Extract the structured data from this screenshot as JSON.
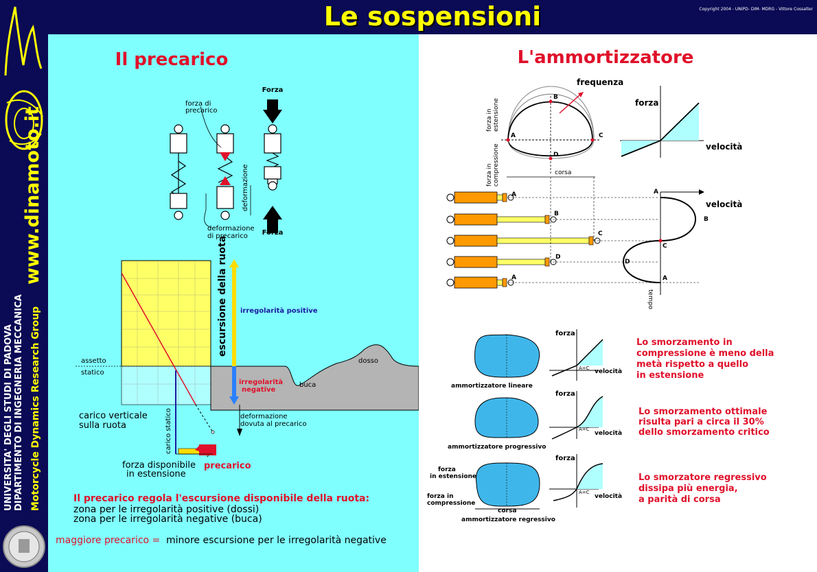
{
  "header": {
    "title": "Le sospensioni",
    "copyright": "Copyright 2004 - UNIPD- DIM- MDRG - Vittore Cossalter"
  },
  "sidebar": {
    "url": "www.dinamoto.it",
    "university_line1": "UNIVERSITA' DEGLI STUDI DI PADOVA",
    "university_line2": "DIPARTIMENTO DI INGEGNERIA MECCANICA",
    "group": "Motorcycle Dynamics Research Group"
  },
  "left": {
    "title": "Il precarico",
    "spring": {
      "forza_top": "Forza",
      "forza_bottom": "Forza",
      "forza_di": "forza di",
      "precarico": "precarico",
      "deformazione": "deformazione",
      "deformazione_di": "deformazione",
      "di_precarico": "di precarico"
    },
    "graph": {
      "escursione": "escursione della ruota",
      "irr_positive": "irregolarità positive",
      "irr_negative_1": "irregolarità",
      "irr_negative_2": "negative",
      "assetto": "assetto",
      "statico": "statico",
      "dosso": "dosso",
      "buca": "buca",
      "carico_1": "carico verticale",
      "carico_2": "sulla ruota",
      "carico_statico": "carico statico",
      "def_1": "deformazione",
      "def_2": "dovuta al precarico",
      "forza_disp_1": "forza disponibile",
      "forza_disp_2": "in estensione",
      "precarico": "precarico"
    },
    "notes": {
      "line1": "Il precarico regola l'escursione disponibile della ruota:",
      "line2": "zona per le irregolarità positive (dossi)",
      "line3": "zona per le irregolarità negative (buca)",
      "bottom_red": "maggiore precarico =",
      "bottom_black": "minore escursione per le irregolarità negative"
    }
  },
  "right": {
    "title": "L'ammortizzatore",
    "top": {
      "frequenza": "frequenza",
      "forza_estensione_1": "forza in",
      "forza_estensione_2": "estensione",
      "forza_compressione_1": "forza in",
      "forza_compressione_2": "compressione",
      "corsa": "corsa",
      "A": "A",
      "B": "B",
      "C": "C",
      "D": "D",
      "forza": "forza",
      "velocita": "velocità"
    },
    "middle": {
      "velocita": "velocità",
      "tempo": "tempo",
      "A": "A",
      "B": "B",
      "C": "C",
      "D": "D"
    },
    "small": [
      {
        "caption": "ammortizzatore lineare",
        "forza": "forza",
        "velocita": "velocità",
        "ac": "A=C"
      },
      {
        "caption": "ammortizzatore progressivo",
        "forza": "forza",
        "velocita": "velocità",
        "ac": "A=C"
      },
      {
        "caption": "ammortizzatore regressivo",
        "forza": "forza",
        "velocita": "velocità",
        "ac": "A=C",
        "forza_est_1": "forza",
        "forza_est_2": "in estensione",
        "forza_comp_1": "forza in",
        "forza_comp_2": "compressione",
        "corsa": "corsa"
      }
    ],
    "notes": [
      {
        "l1": "Lo smorzamento in",
        "l2": "compressione è meno della",
        "l3": "metà rispetto a quello",
        "l4": "in estensione"
      },
      {
        "l1": "Lo smorzamento ottimale",
        "l2": "risulta pari a circa il 30%",
        "l3": "dello smorzamento critico"
      },
      {
        "l1": "Lo smorzatore regressivo",
        "l2": "dissipa più energia,",
        "l3": "a parità di corsa"
      }
    ]
  },
  "colors": {
    "navy": "#0a0a55",
    "yellow": "#ffff00",
    "cyan": "#80ffff",
    "red": "#e0102a",
    "orange": "#ff9900",
    "blue": "#3fb6ea"
  }
}
